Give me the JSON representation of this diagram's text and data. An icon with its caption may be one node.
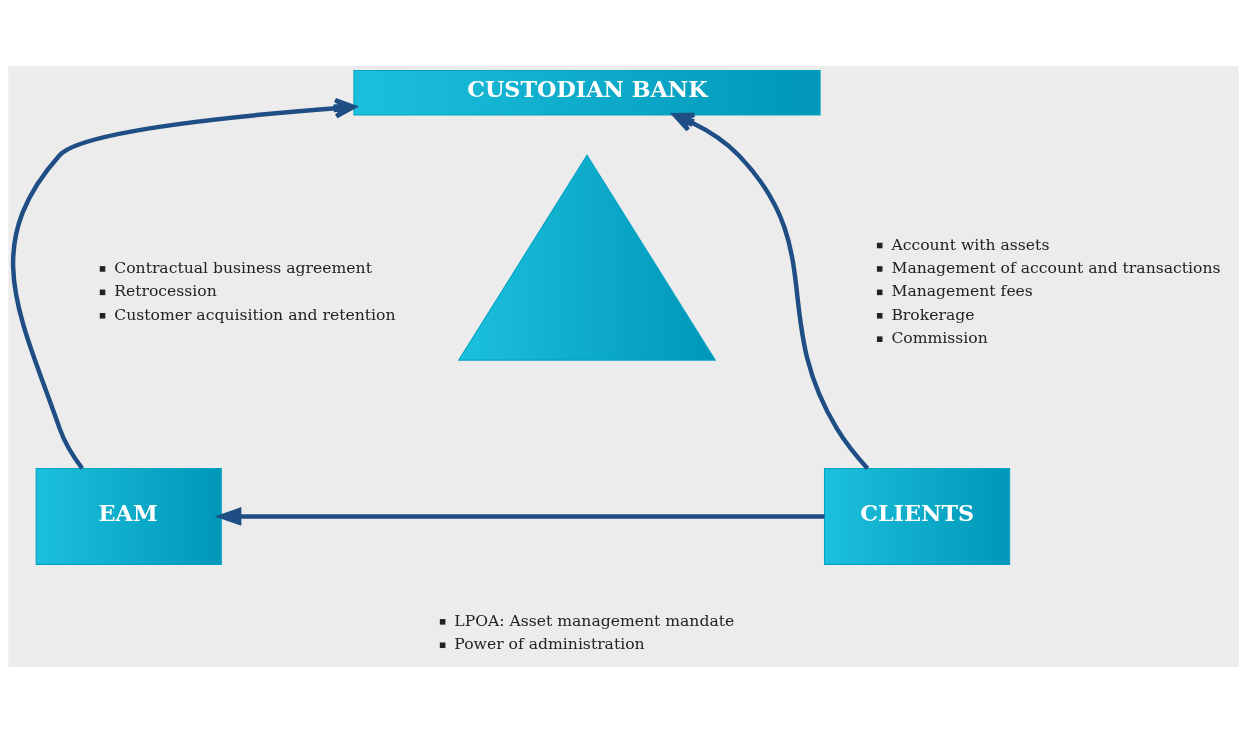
{
  "diagram": {
    "nodes": [
      {
        "text": [
          "CUSTODIAN BANK"
        ]
      },
      {
        "text": [
          "EAM"
        ]
      },
      {
        "text": [
          "CLIENTS"
        ]
      },
      {
        "text": [],
        "shape": "triangle"
      }
    ],
    "edges": [
      {
        "from": 1,
        "to": 0,
        "arrow": "to"
      },
      {
        "from": 2,
        "to": 0,
        "arrow": "to"
      },
      {
        "from": 2,
        "to": 1,
        "arrow": "to"
      }
    ],
    "labels": [
      "Contractual business agreement",
      "Retrocession",
      "Customer acquisition and retention",
      "Account with assets",
      "Management of account and transactions",
      "Management fees",
      "Brokerage",
      "Commission",
      "LPOA: Asset management mandate",
      "Power of administration"
    ]
  }
}
